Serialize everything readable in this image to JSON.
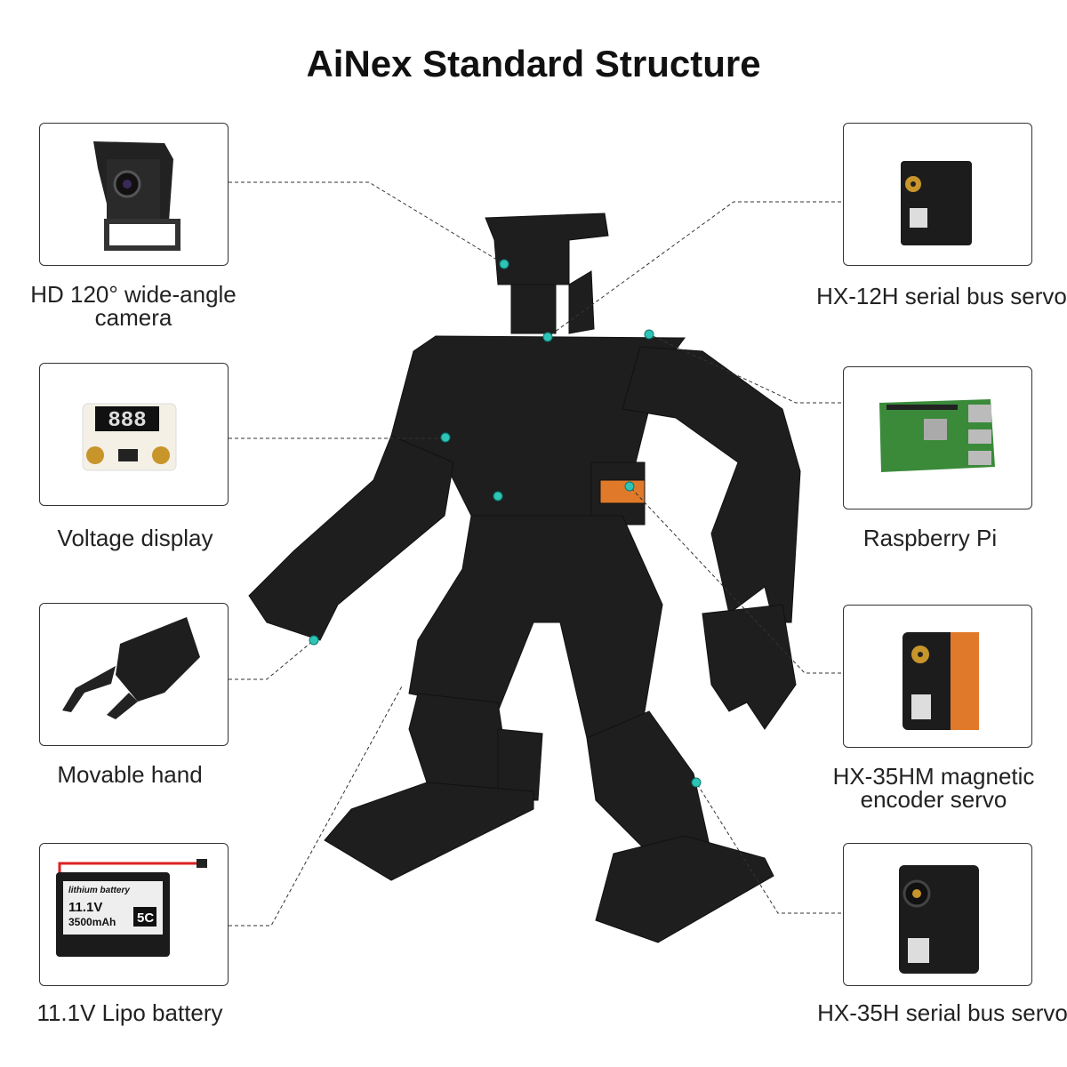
{
  "title": "AiNex Standard Structure",
  "components": {
    "camera": {
      "label": "HD 120° wide-angle camera"
    },
    "voltage": {
      "label": "Voltage display",
      "display": "888"
    },
    "hand": {
      "label": "Movable hand"
    },
    "battery": {
      "label": "11.1V Lipo battery",
      "brand": "lithium battery",
      "voltage": "11.1V",
      "capacity": "3500mAh",
      "rate": "5C"
    },
    "hx12h": {
      "label": "HX-12H serial bus servo"
    },
    "rpi": {
      "label": "Raspberry Pi"
    },
    "hx35hm": {
      "label": "HX-35HM magnetic encoder servo"
    },
    "hx35h": {
      "label": "HX-35H serial bus servo"
    }
  },
  "colors": {
    "accent": "#2ec4b6",
    "robot": "#1c1c1c",
    "servo_orange": "#e07a2a"
  }
}
